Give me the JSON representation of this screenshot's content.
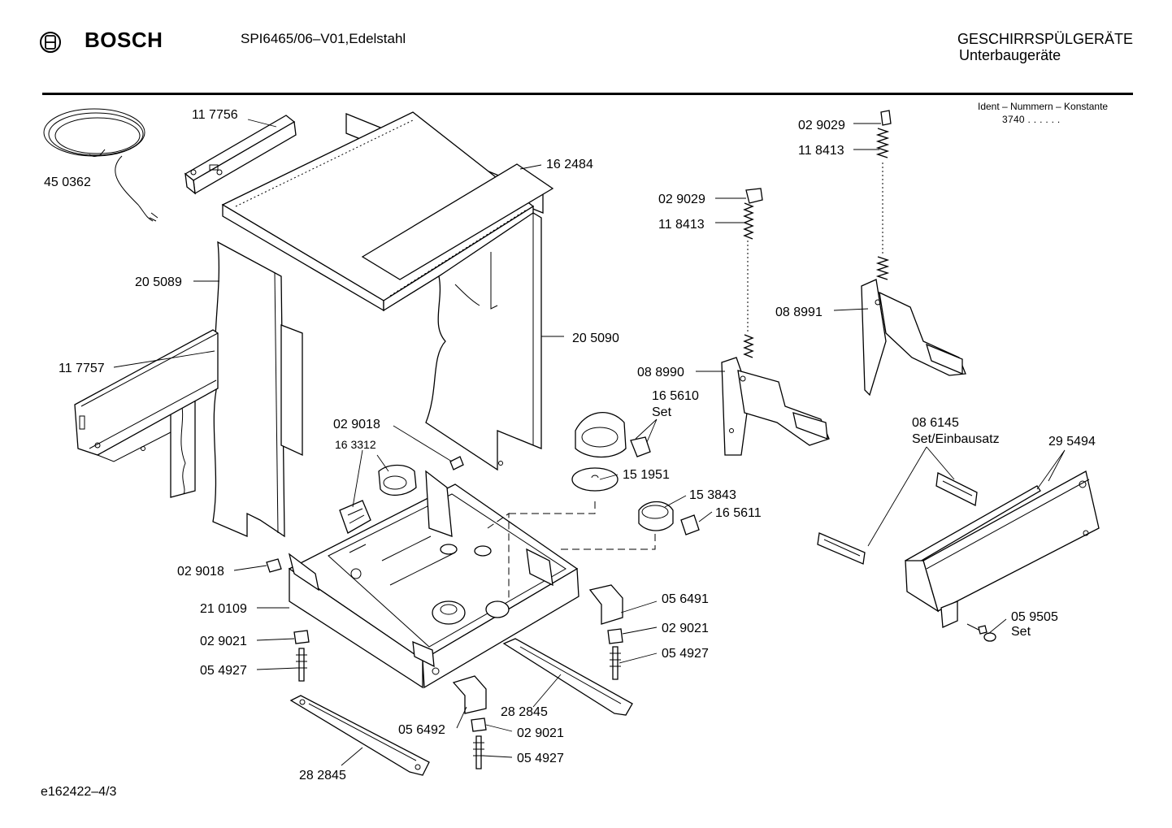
{
  "header": {
    "brand": "BOSCH",
    "model": "SPI6465/06–V01,Edelstahl",
    "category_line1": "GESCHIRRSPÜLGERÄTE",
    "category_line2": "Unterbaugeräte"
  },
  "ident": {
    "label": "Ident – Nummern – Konstante",
    "value": "3740  .  .     .  .  .  ."
  },
  "footer": {
    "code": "e162422–4/3"
  },
  "parts": [
    {
      "id": "p1",
      "label": "11 7756"
    },
    {
      "id": "p2",
      "label": "45 0362"
    },
    {
      "id": "p3",
      "label": "16 2484"
    },
    {
      "id": "p4",
      "label": "20 5089"
    },
    {
      "id": "p5",
      "label": "11 7757"
    },
    {
      "id": "p6",
      "label": "20 5090"
    },
    {
      "id": "p7",
      "label": "02 9029"
    },
    {
      "id": "p8",
      "label": "11 8413"
    },
    {
      "id": "p9",
      "label": "02 9029"
    },
    {
      "id": "p10",
      "label": "11 8413"
    },
    {
      "id": "p11",
      "label": "08 8991"
    },
    {
      "id": "p12",
      "label": "08 8990"
    },
    {
      "id": "p13",
      "label": "16 5610"
    },
    {
      "id": "p14",
      "label": "Set"
    },
    {
      "id": "p15",
      "label": "02 9018"
    },
    {
      "id": "p16",
      "label": "16 3312"
    },
    {
      "id": "p17",
      "label": "15 1951"
    },
    {
      "id": "p18",
      "label": "15 3843"
    },
    {
      "id": "p19",
      "label": "16 5611"
    },
    {
      "id": "p20",
      "label": "08 6145"
    },
    {
      "id": "p21",
      "label": "Set/Einbausatz"
    },
    {
      "id": "p22",
      "label": "29 5494"
    },
    {
      "id": "p23",
      "label": "02 9018"
    },
    {
      "id": "p24",
      "label": "21 0109"
    },
    {
      "id": "p25",
      "label": "02 9021"
    },
    {
      "id": "p26",
      "label": "05 4927"
    },
    {
      "id": "p27",
      "label": "05 6491"
    },
    {
      "id": "p28",
      "label": "02 9021"
    },
    {
      "id": "p29",
      "label": "05 4927"
    },
    {
      "id": "p30",
      "label": "05 9505"
    },
    {
      "id": "p31",
      "label": "Set"
    },
    {
      "id": "p32",
      "label": "28 2845"
    },
    {
      "id": "p33",
      "label": "05 6492"
    },
    {
      "id": "p34",
      "label": "02 9021"
    },
    {
      "id": "p35",
      "label": "05 4927"
    },
    {
      "id": "p36",
      "label": "28 2845"
    }
  ]
}
